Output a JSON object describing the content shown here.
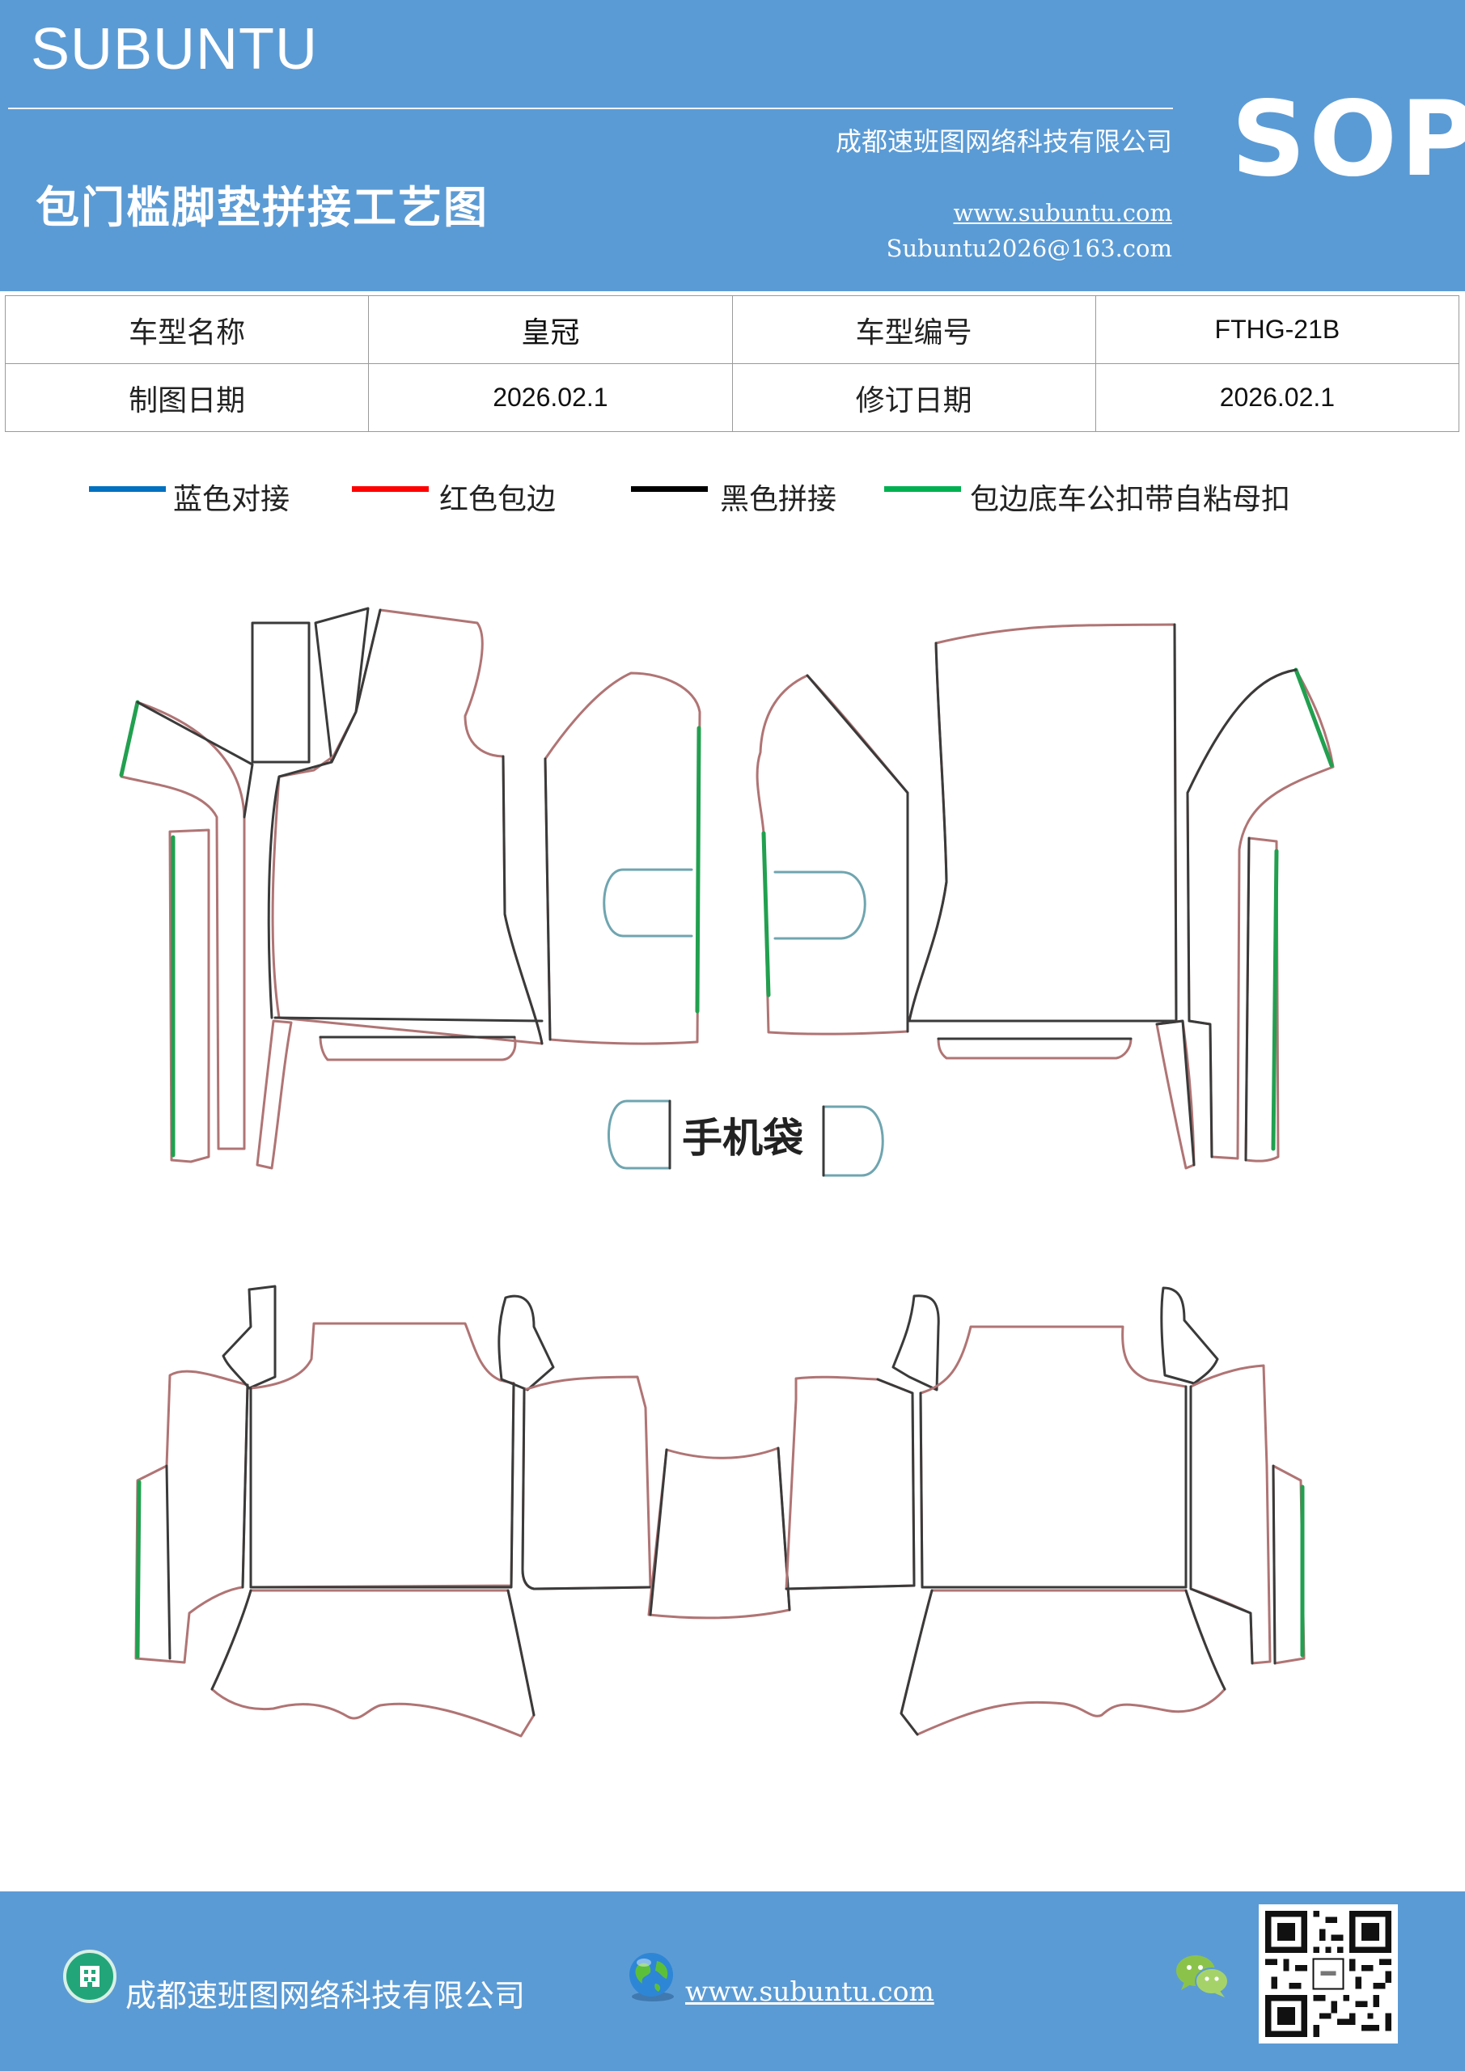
{
  "header": {
    "brand": "SUBUNTU",
    "company": "成都速班图网络科技有限公司",
    "title": "包门槛脚垫拼接工艺图",
    "website": "www.subuntu.com",
    "email": "Subuntu2026@163.com",
    "badge": "SOP",
    "background_color": "#5b9bd5"
  },
  "info_table": {
    "rows": [
      [
        "车型名称",
        "皇冠",
        "车型编号",
        "FTHG-21B"
      ],
      [
        "制图日期",
        "2026.02.1",
        "修订日期",
        "2026.02.1"
      ]
    ]
  },
  "legend": [
    {
      "label": "蓝色对接",
      "color": "#0070c0"
    },
    {
      "label": "红色包边",
      "color": "#ff0000"
    },
    {
      "label": "黑色拼接",
      "color": "#000000"
    },
    {
      "label": "包边底车公扣带自粘母扣",
      "color": "#00b050"
    }
  ],
  "diagram": {
    "phone_bag_label": "手机袋",
    "stroke_colors": {
      "splice": "#3a3a3a",
      "edge": "#b07474",
      "buckle": "#21a04f",
      "joint": "#6fa5b0"
    }
  },
  "footer": {
    "company": "成都速班图网络科技有限公司",
    "website": "www.subuntu.com",
    "company_icon": "building-icon",
    "website_icon": "globe-icon",
    "wechat_icon": "wechat-icon",
    "qr_icon": "qr-code"
  }
}
